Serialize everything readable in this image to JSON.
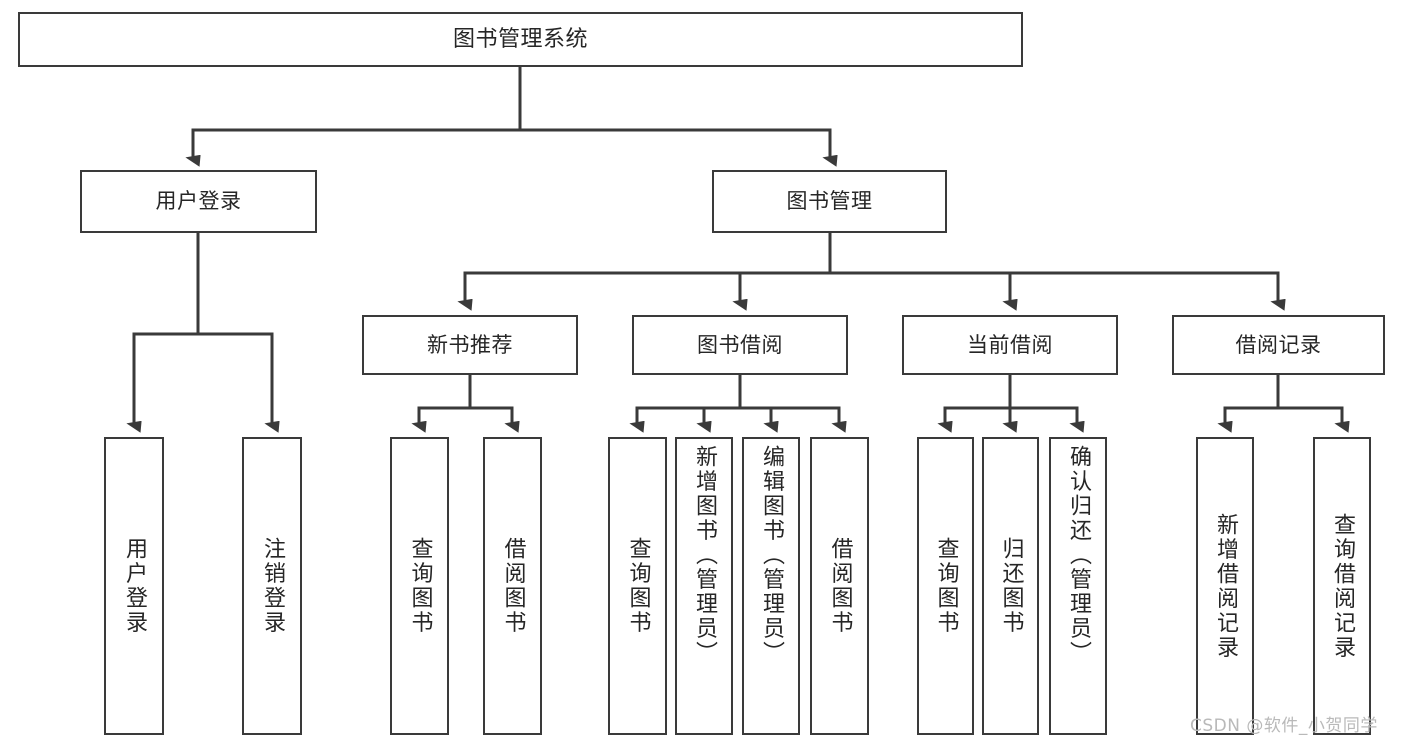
{
  "diagram": {
    "type": "tree-hierarchy-diagram",
    "title": "图书管理系统",
    "orientation": "top-down",
    "colors": {
      "box_border": "#3a3a3a",
      "box_fill": "#ffffff",
      "connector": "#3a3a3a",
      "text": "#262626",
      "watermark": "#b9b9b9"
    },
    "root": {
      "label": "图书管理系统"
    },
    "level2": [
      {
        "id": "user-login",
        "label": "用户登录"
      },
      {
        "id": "book-management",
        "label": "图书管理"
      }
    ],
    "level3": [
      {
        "id": "new-book-recommend",
        "label": "新书推荐"
      },
      {
        "id": "book-borrow",
        "label": "图书借阅"
      },
      {
        "id": "current-borrow",
        "label": "当前借阅"
      },
      {
        "id": "borrow-record",
        "label": "借阅记录"
      }
    ],
    "leaves": {
      "user_login": [
        {
          "id": "leaf-user-login",
          "label": "用户登录"
        },
        {
          "id": "leaf-logout-login",
          "label": "注销登录"
        }
      ],
      "new_book_recommend": [
        {
          "id": "leaf-query-book-1",
          "label": "查询图书"
        },
        {
          "id": "leaf-borrow-book-1",
          "label": "借阅图书"
        }
      ],
      "book_borrow": [
        {
          "id": "leaf-query-book-2",
          "label": "查询图书"
        },
        {
          "id": "leaf-add-book",
          "label": "新增图书（管理员）"
        },
        {
          "id": "leaf-edit-book",
          "label": "编辑图书（管理员）"
        },
        {
          "id": "leaf-borrow-book-2",
          "label": "借阅图书"
        }
      ],
      "current_borrow": [
        {
          "id": "leaf-query-book-3",
          "label": "查询图书"
        },
        {
          "id": "leaf-return-book",
          "label": "归还图书"
        },
        {
          "id": "leaf-confirm-return",
          "label": "确认归还（管理员）"
        }
      ],
      "borrow_record": [
        {
          "id": "leaf-add-record",
          "label": "新增借阅记录"
        },
        {
          "id": "leaf-query-record",
          "label": "查询借阅记录"
        }
      ]
    }
  },
  "watermark": {
    "text": "CSDN @软件_小贺同学"
  }
}
